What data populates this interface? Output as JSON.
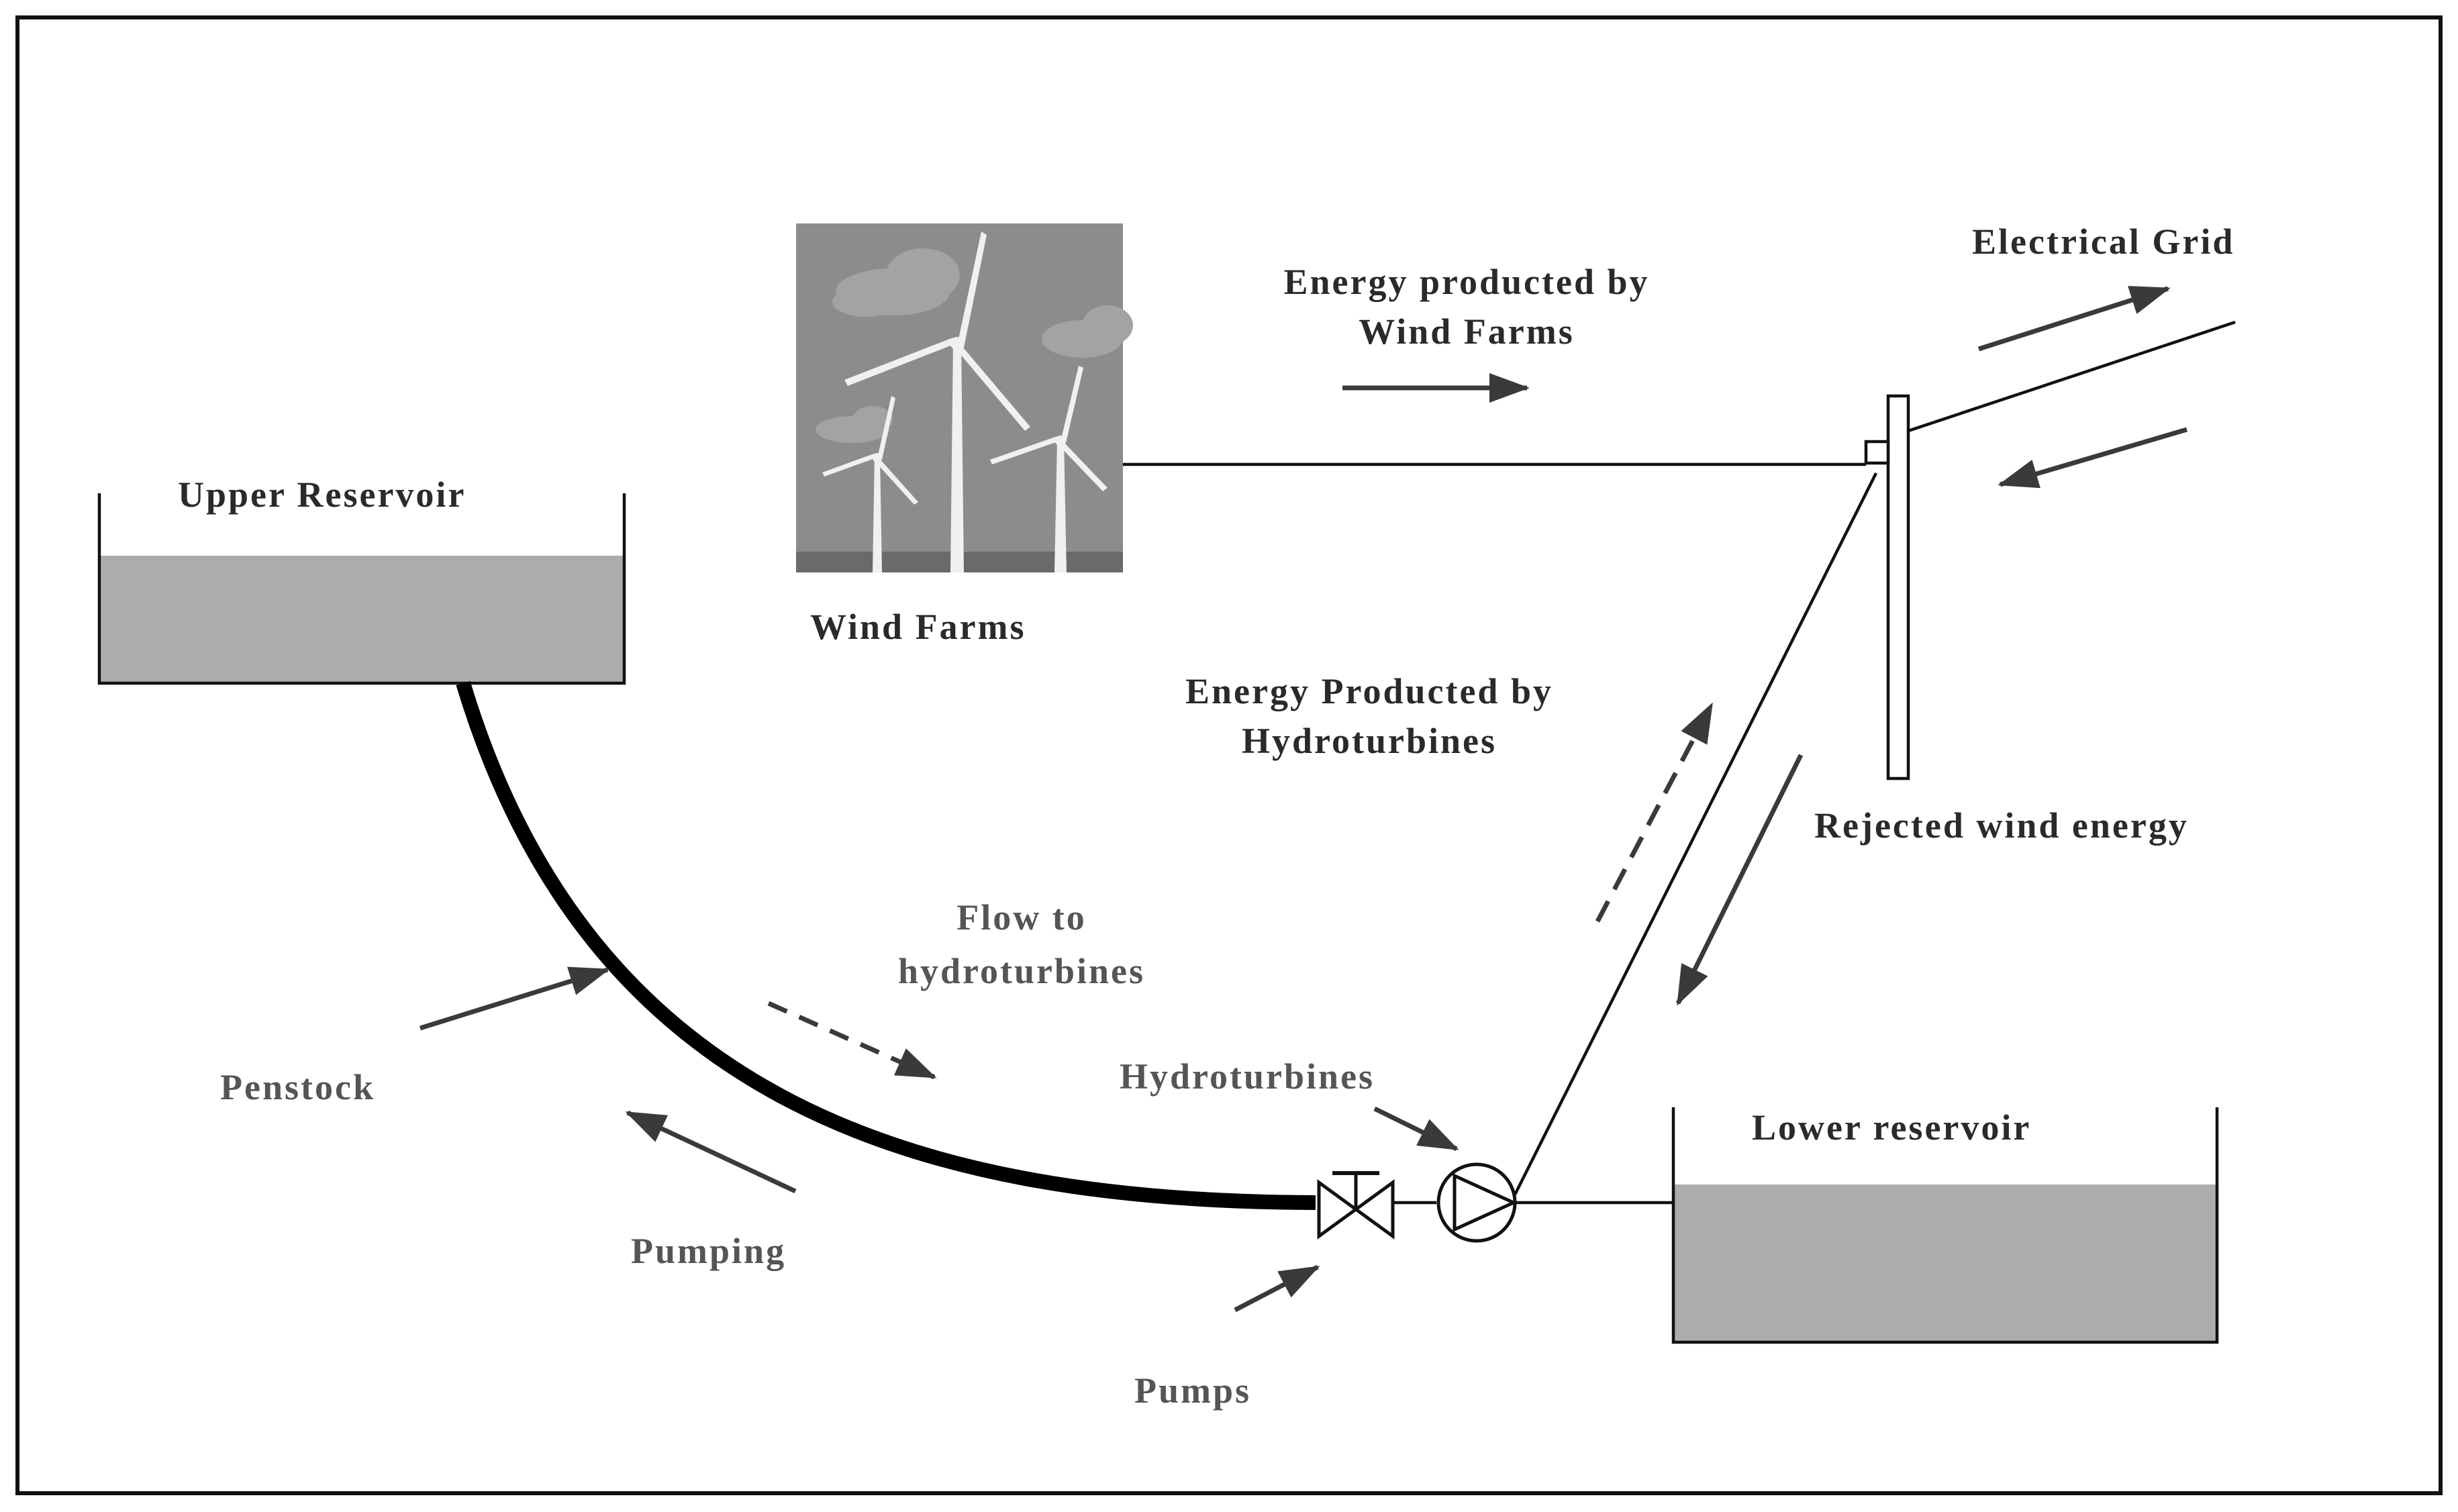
{
  "labels": {
    "upper_reservoir": "Upper Reservoir",
    "wind_farms": "Wind Farms",
    "energy_wind_line1": "Energy producted by",
    "energy_wind_line2": "Wind Farms",
    "electrical_grid": "Electrical Grid",
    "energy_hydro_line1": "Energy Producted by",
    "energy_hydro_line2": "Hydroturbines",
    "rejected_wind": "Rejected wind energy",
    "flow_line1": "Flow to",
    "flow_line2": "hydroturbines",
    "penstock": "Penstock",
    "pumping": "Pumping",
    "hydroturbines": "Hydroturbines",
    "lower_reservoir": "Lower reservoir",
    "pumps": "Pumps"
  },
  "icons": {
    "valve": "valve-icon",
    "pump": "pump-icon",
    "wind_turbine": "wind-turbine-icon"
  },
  "colors": {
    "water": "#acacac",
    "sky": "#8c8c8c",
    "arrow": "#3a3a3a"
  }
}
